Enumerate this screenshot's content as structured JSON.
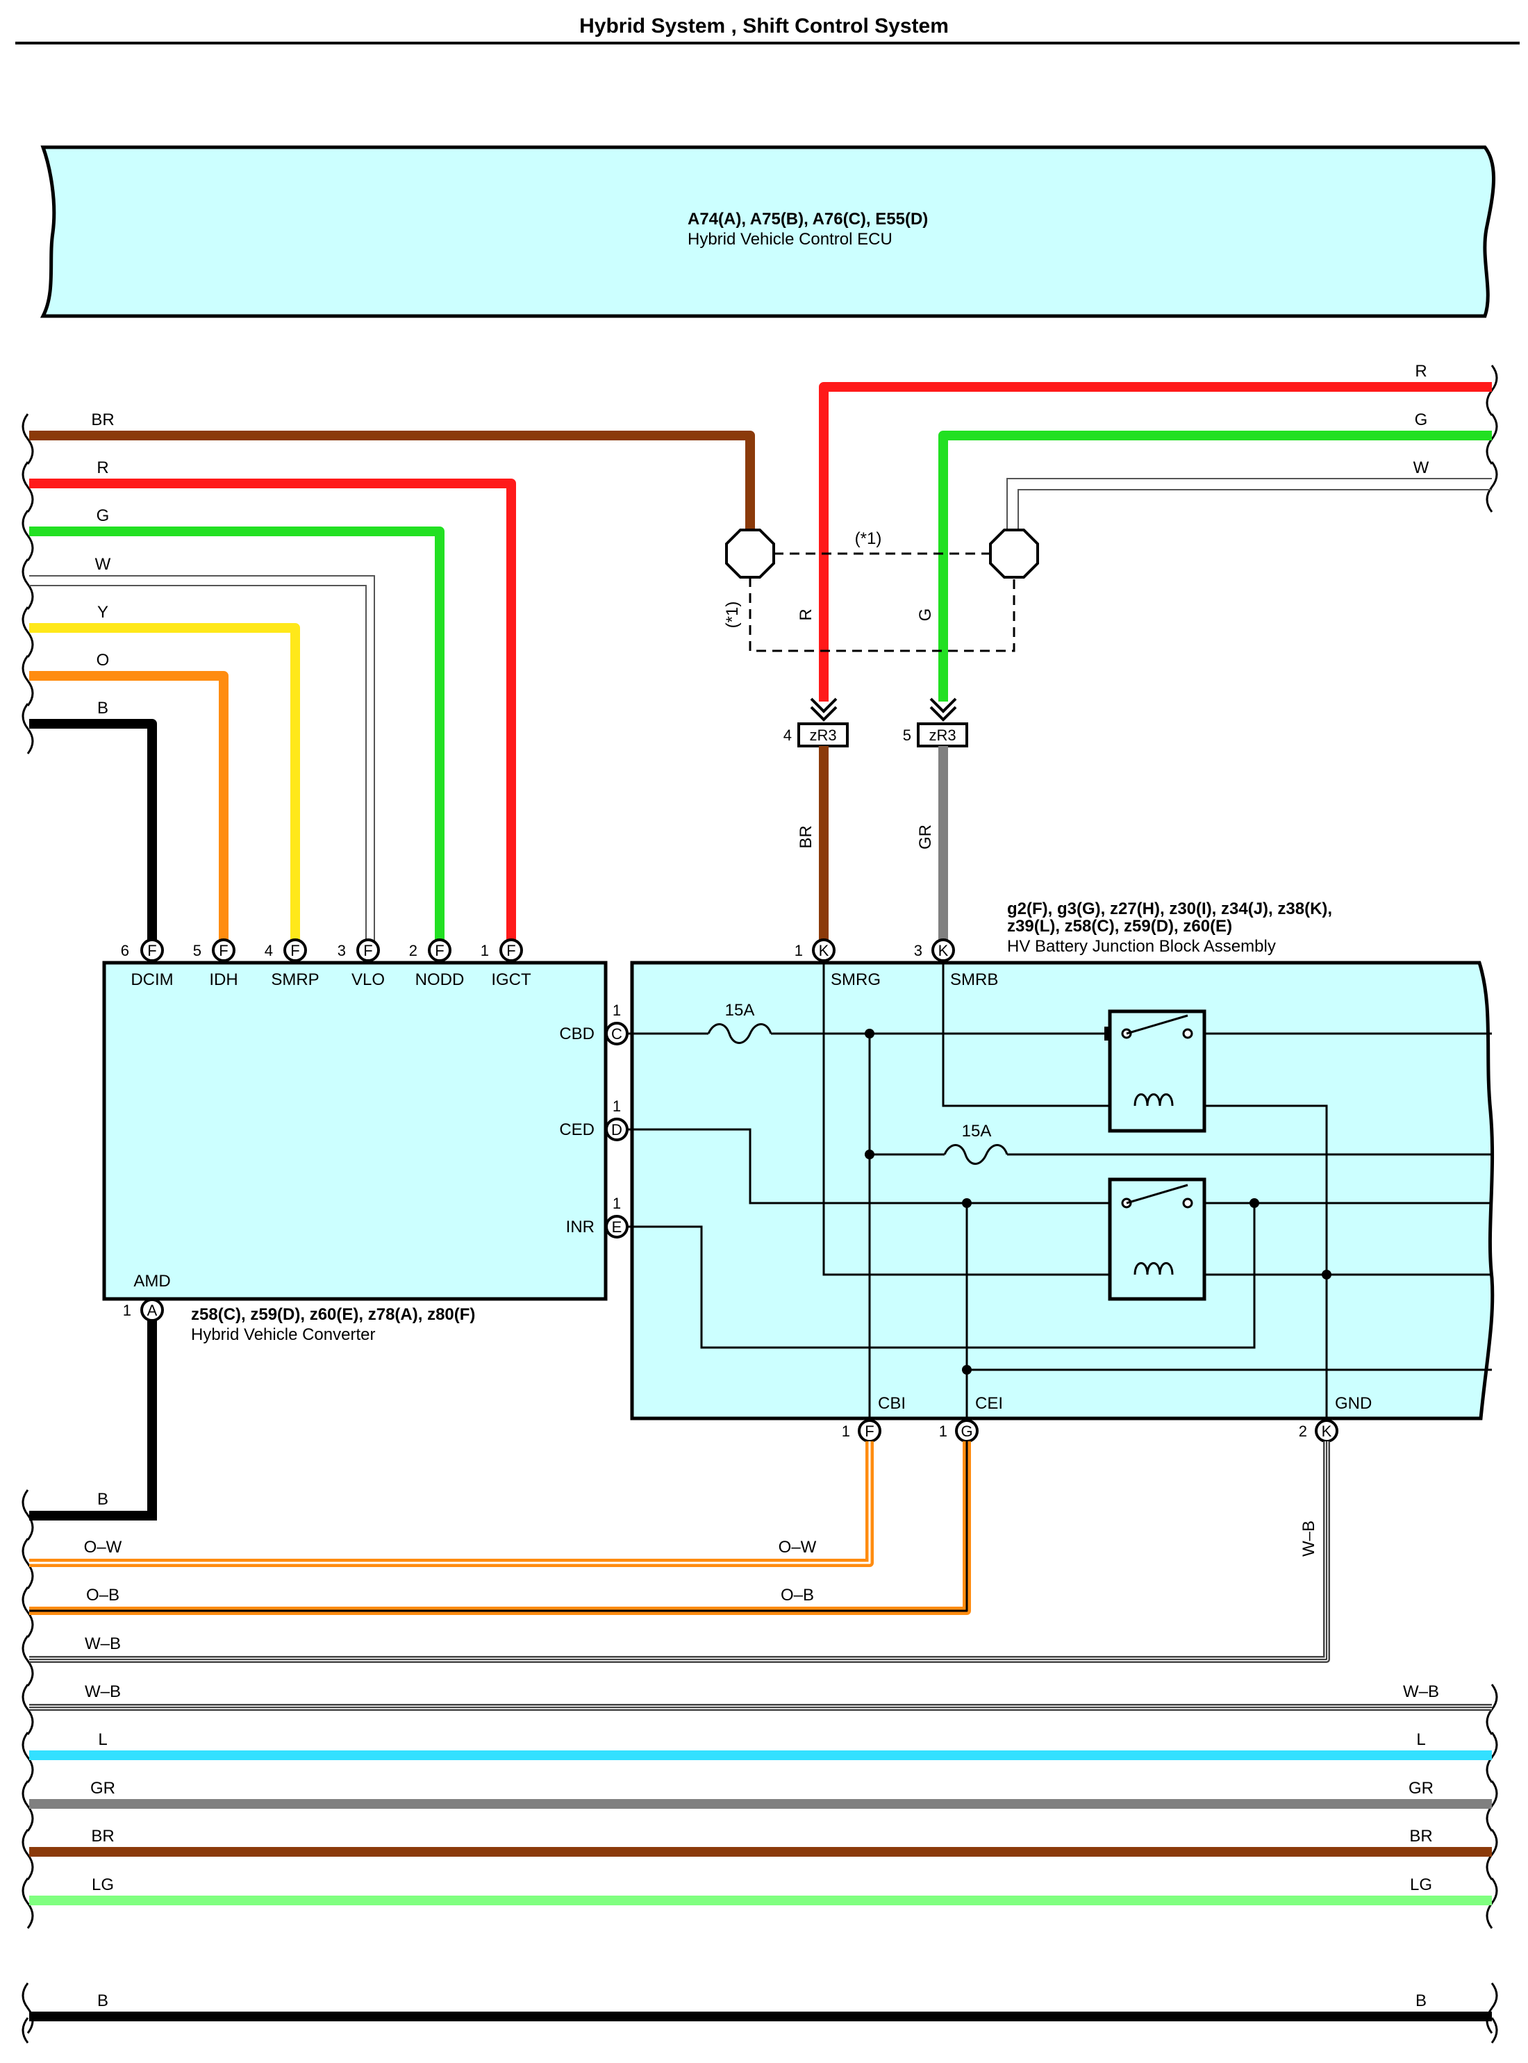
{
  "page_title": "Hybrid System , Shift Control System",
  "ecu": {
    "connectors": "A74(A), A75(B), A76(C), E55(D)",
    "name": "Hybrid Vehicle Control ECU"
  },
  "converter": {
    "connectors": "z58(C), z59(D), z60(E), z78(A), z80(F)",
    "name": "Hybrid Vehicle Converter",
    "top_pins": [
      {
        "num": "6",
        "conn": "F",
        "label": "DCIM",
        "wire": "B"
      },
      {
        "num": "5",
        "conn": "F",
        "label": "IDH",
        "wire": "O"
      },
      {
        "num": "4",
        "conn": "F",
        "label": "SMRP",
        "wire": "Y"
      },
      {
        "num": "3",
        "conn": "F",
        "label": "VLO",
        "wire": "W"
      },
      {
        "num": "2",
        "conn": "F",
        "label": "NODD",
        "wire": "G"
      },
      {
        "num": "1",
        "conn": "F",
        "label": "IGCT",
        "wire": "R"
      }
    ],
    "side_pins": [
      {
        "num": "1",
        "conn": "C",
        "label": "CBD"
      },
      {
        "num": "1",
        "conn": "D",
        "label": "CED"
      },
      {
        "num": "1",
        "conn": "E",
        "label": "INR"
      }
    ],
    "bottom_pin": {
      "num": "1",
      "conn": "A",
      "label": "AMD"
    }
  },
  "junction_block": {
    "connectors_line1": "g2(F), g3(G), z27(H), z30(I), z34(J), z38(K),",
    "connectors_line2": "z39(L), z58(C), z59(D), z60(E)",
    "name": "HV Battery Junction Block Assembly",
    "top_pins": [
      {
        "num": "1",
        "conn": "K",
        "label": "SMRG"
      },
      {
        "num": "3",
        "conn": "K",
        "label": "SMRB"
      }
    ],
    "bottom_pins": [
      {
        "num": "1",
        "conn": "F",
        "label": "CBI"
      },
      {
        "num": "1",
        "conn": "G",
        "label": "CEI"
      },
      {
        "num": "2",
        "conn": "K",
        "label": "GND"
      }
    ],
    "fuse_labels": [
      "15A",
      "15A"
    ]
  },
  "inline_connector": {
    "name": "zR3",
    "pins": [
      "4",
      "5"
    ]
  },
  "shield_note": "(*1)",
  "wires": {
    "left_top": [
      "BR",
      "R",
      "G",
      "W",
      "Y",
      "O",
      "B"
    ],
    "right_top": [
      "R",
      "G",
      "W"
    ],
    "vertical": [
      "R",
      "G",
      "BR",
      "GR",
      "W-B"
    ],
    "left_bottom": [
      "B",
      "O-W",
      "O-B",
      "W-B"
    ],
    "mid_bottom": [
      "O-W",
      "O-B"
    ],
    "buses": [
      {
        "left": "W-B",
        "right": "W-B"
      },
      {
        "left": "L",
        "right": "L"
      },
      {
        "left": "GR",
        "right": "GR"
      },
      {
        "left": "BR",
        "right": "BR"
      },
      {
        "left": "LG",
        "right": "LG"
      },
      {
        "left": "B",
        "right": "B"
      }
    ]
  },
  "colors": {
    "BR": "#8b3a0a",
    "R": "#ff1a1a",
    "G": "#22e022",
    "W": "#ffffff",
    "Y": "#ffe81a",
    "O": "#ff8c10",
    "B": "#000000",
    "L": "#33e0ff",
    "GR": "#808080",
    "LG": "#80ff80",
    "component_fill": "#ccffff"
  }
}
